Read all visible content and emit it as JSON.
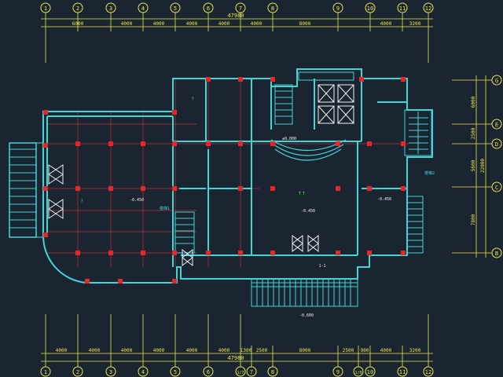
{
  "colors": {
    "background": "#1b2532",
    "dimension": "#e8e84a",
    "wall": "#3fd6d6",
    "gridline": "#e03030",
    "column": "#e8262a",
    "label": "#35e035",
    "window": "#f0f0f0"
  },
  "axes_top": [
    "1",
    "2",
    "3",
    "4",
    "5",
    "6",
    "7",
    "8",
    "9",
    "10",
    "11",
    "12"
  ],
  "axes_bottom": [
    "1",
    "2",
    "3",
    "4",
    "5",
    "6",
    "1/7",
    "7",
    "8",
    "9",
    "1/9",
    "10",
    "11",
    "12"
  ],
  "axes_right": [
    "G",
    "E",
    "D",
    "C",
    "B"
  ],
  "dims_top": {
    "total": "47980",
    "segments": [
      "6000",
      "4000",
      "4000",
      "4000",
      "4000",
      "4000",
      "8000",
      "4000",
      "3200"
    ]
  },
  "dims_bottom": {
    "total": "47980",
    "segments": [
      "4000",
      "4000",
      "4000",
      "4000",
      "4000",
      "4000",
      "1300",
      "2500",
      "8000",
      "2500",
      "900",
      "4000",
      "3200"
    ]
  },
  "dims_right": {
    "segments": [
      "6000",
      "2500",
      "5600",
      "7800"
    ],
    "total": "22000"
  },
  "level_labels": [
    "±0.000",
    "-0.450",
    "-0.450",
    "-0.450",
    "-0.600"
  ],
  "annotations": {
    "section": "1-1",
    "stair_note": "楼梯1",
    "stair_note2": "楼梯2",
    "hall": "↑↑",
    "room_a": "?",
    "room_b": "?"
  }
}
